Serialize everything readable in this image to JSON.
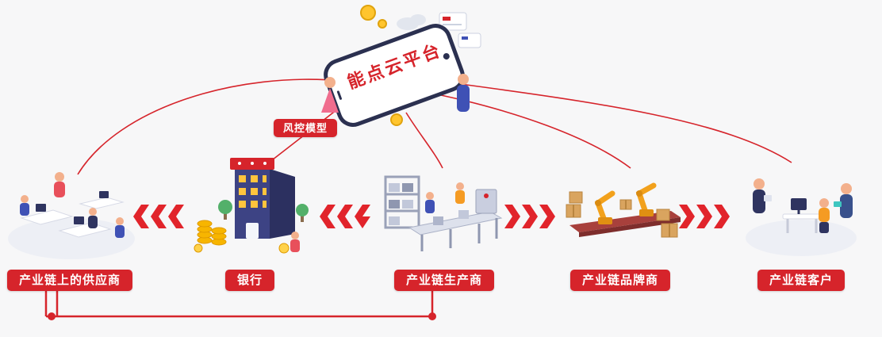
{
  "platform": {
    "label": "能点云平台"
  },
  "risk_model": {
    "label": "风控模型"
  },
  "nodes": [
    {
      "id": "supplier",
      "label": "产业链上的供应商"
    },
    {
      "id": "bank",
      "label": "银行"
    },
    {
      "id": "producer",
      "label": "产业链生产商"
    },
    {
      "id": "brand",
      "label": "产业链品牌商"
    },
    {
      "id": "customer",
      "label": "产业链客户"
    }
  ],
  "flows": [
    {
      "from": "bank",
      "to": "supplier",
      "direction": "left"
    },
    {
      "from": "producer",
      "to": "bank",
      "direction": "left"
    },
    {
      "from": "producer",
      "to": "brand",
      "direction": "right"
    },
    {
      "from": "brand",
      "to": "customer",
      "direction": "right"
    }
  ],
  "colors": {
    "accent": "#d6242b",
    "chevron": "#e1242b",
    "background": "#f7f7f8",
    "gold": "#ffc52e",
    "navy": "#2f3460"
  }
}
